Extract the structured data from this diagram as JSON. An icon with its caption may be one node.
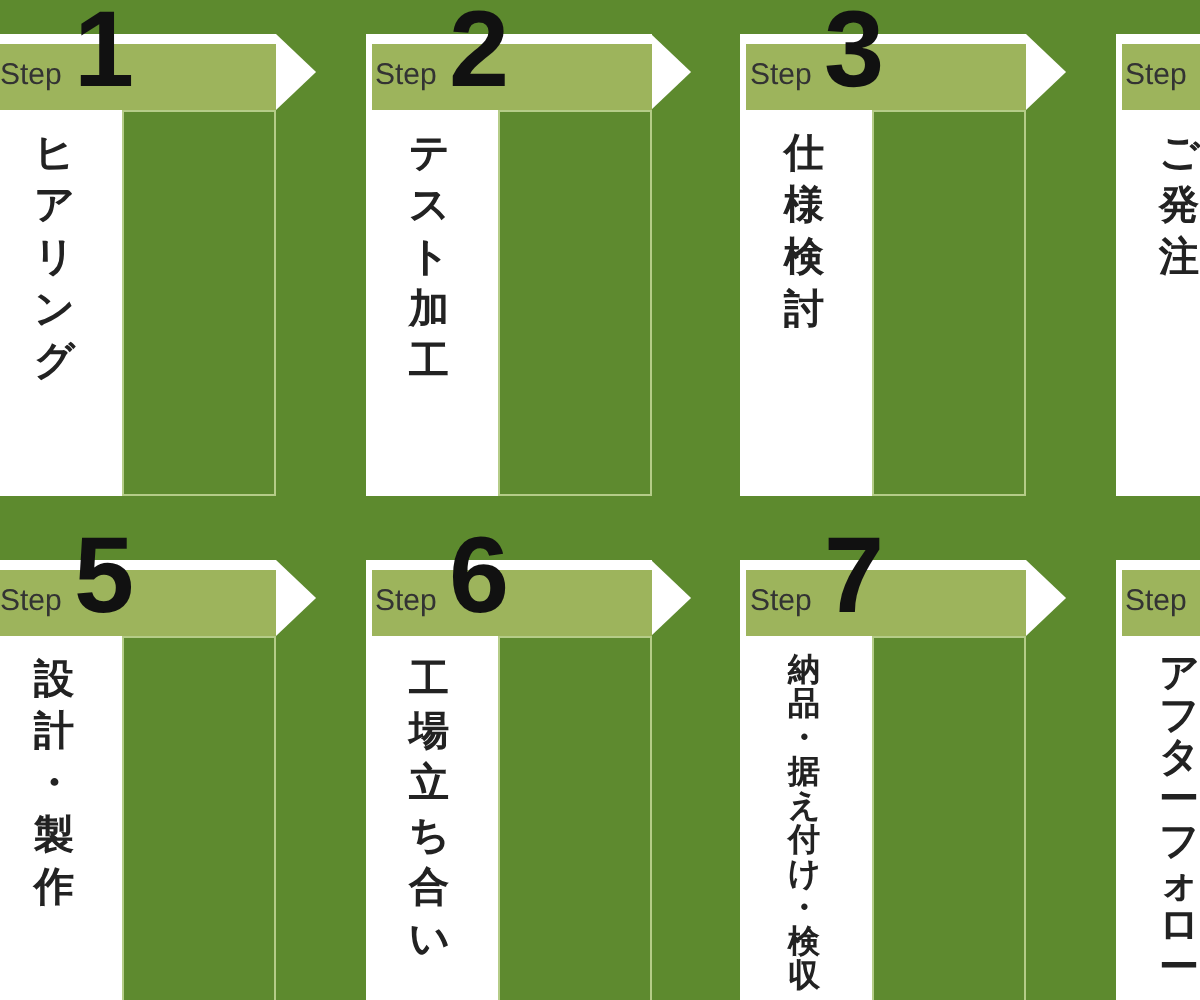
{
  "diagram": {
    "nodes": [
      {
        "text": [
          "Step",
          "1",
          "ヒアリング"
        ]
      },
      {
        "text": [
          "Step",
          "2",
          "テスト加工"
        ]
      },
      {
        "text": [
          "Step",
          "3",
          "仕様検討"
        ]
      },
      {
        "text": [
          "Step",
          "ご発注"
        ]
      },
      {
        "text": [
          "Step",
          "5",
          "設計・製作"
        ]
      },
      {
        "text": [
          "Step",
          "6",
          "工場立ち合い"
        ]
      },
      {
        "text": [
          "Step",
          "7",
          "納品・据え付け・検収"
        ]
      },
      {
        "text": [
          "Step",
          "アフターフォロー"
        ]
      }
    ],
    "edges": [
      {
        "from": 0,
        "to": 1,
        "arrow": "to"
      },
      {
        "from": 1,
        "to": 2,
        "arrow": "to"
      },
      {
        "from": 2,
        "to": 3,
        "arrow": "to"
      },
      {
        "from": 4,
        "to": 5,
        "arrow": "to"
      },
      {
        "from": 5,
        "to": 6,
        "arrow": "to"
      },
      {
        "from": 6,
        "to": 7,
        "arrow": "to"
      }
    ]
  }
}
